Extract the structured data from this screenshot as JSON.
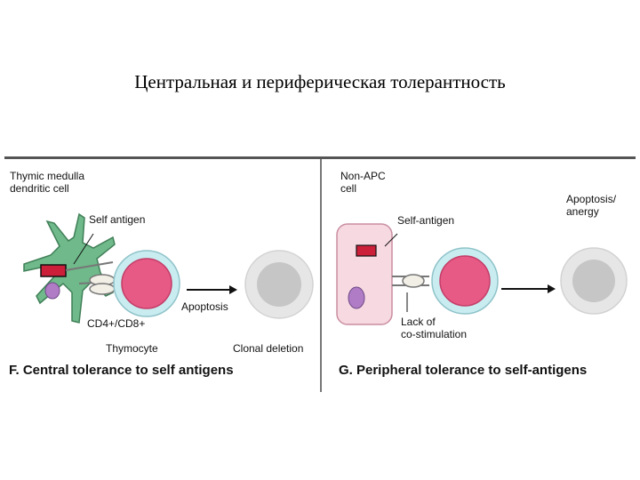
{
  "slide": {
    "title": "Центральная и периферическая толерантность"
  },
  "panel_f": {
    "cell_label": "Thymic medulla\ndendritic cell",
    "antigen_label": "Self antigen",
    "receptor_label": "CD4+/CD8+",
    "thymocyte_label": "Thymocyte",
    "apoptosis_label": "Apoptosis",
    "result_label": "Clonal deletion",
    "caption": "F. Central tolerance to self antigens"
  },
  "panel_g": {
    "cell_label": "Non-APC\ncell",
    "antigen_label": "Self-antigen",
    "costim_label": "Lack of\nco-stimulation",
    "result_label": "Apoptosis/\nanergy",
    "caption": "G. Peripheral tolerance to self-antigens"
  },
  "colors": {
    "dendritic_cell": "#6fb98a",
    "nucleus": "#b07cc6",
    "antigen": "#cc1f3a",
    "lymphocyte_outer": "#c9ecf0",
    "lymphocyte_inner": "#e85a86",
    "dead_cell_outer": "#e6e6e6",
    "dead_cell_inner": "#c6c6c6",
    "non_apc_cell": "#f7d9e2"
  }
}
